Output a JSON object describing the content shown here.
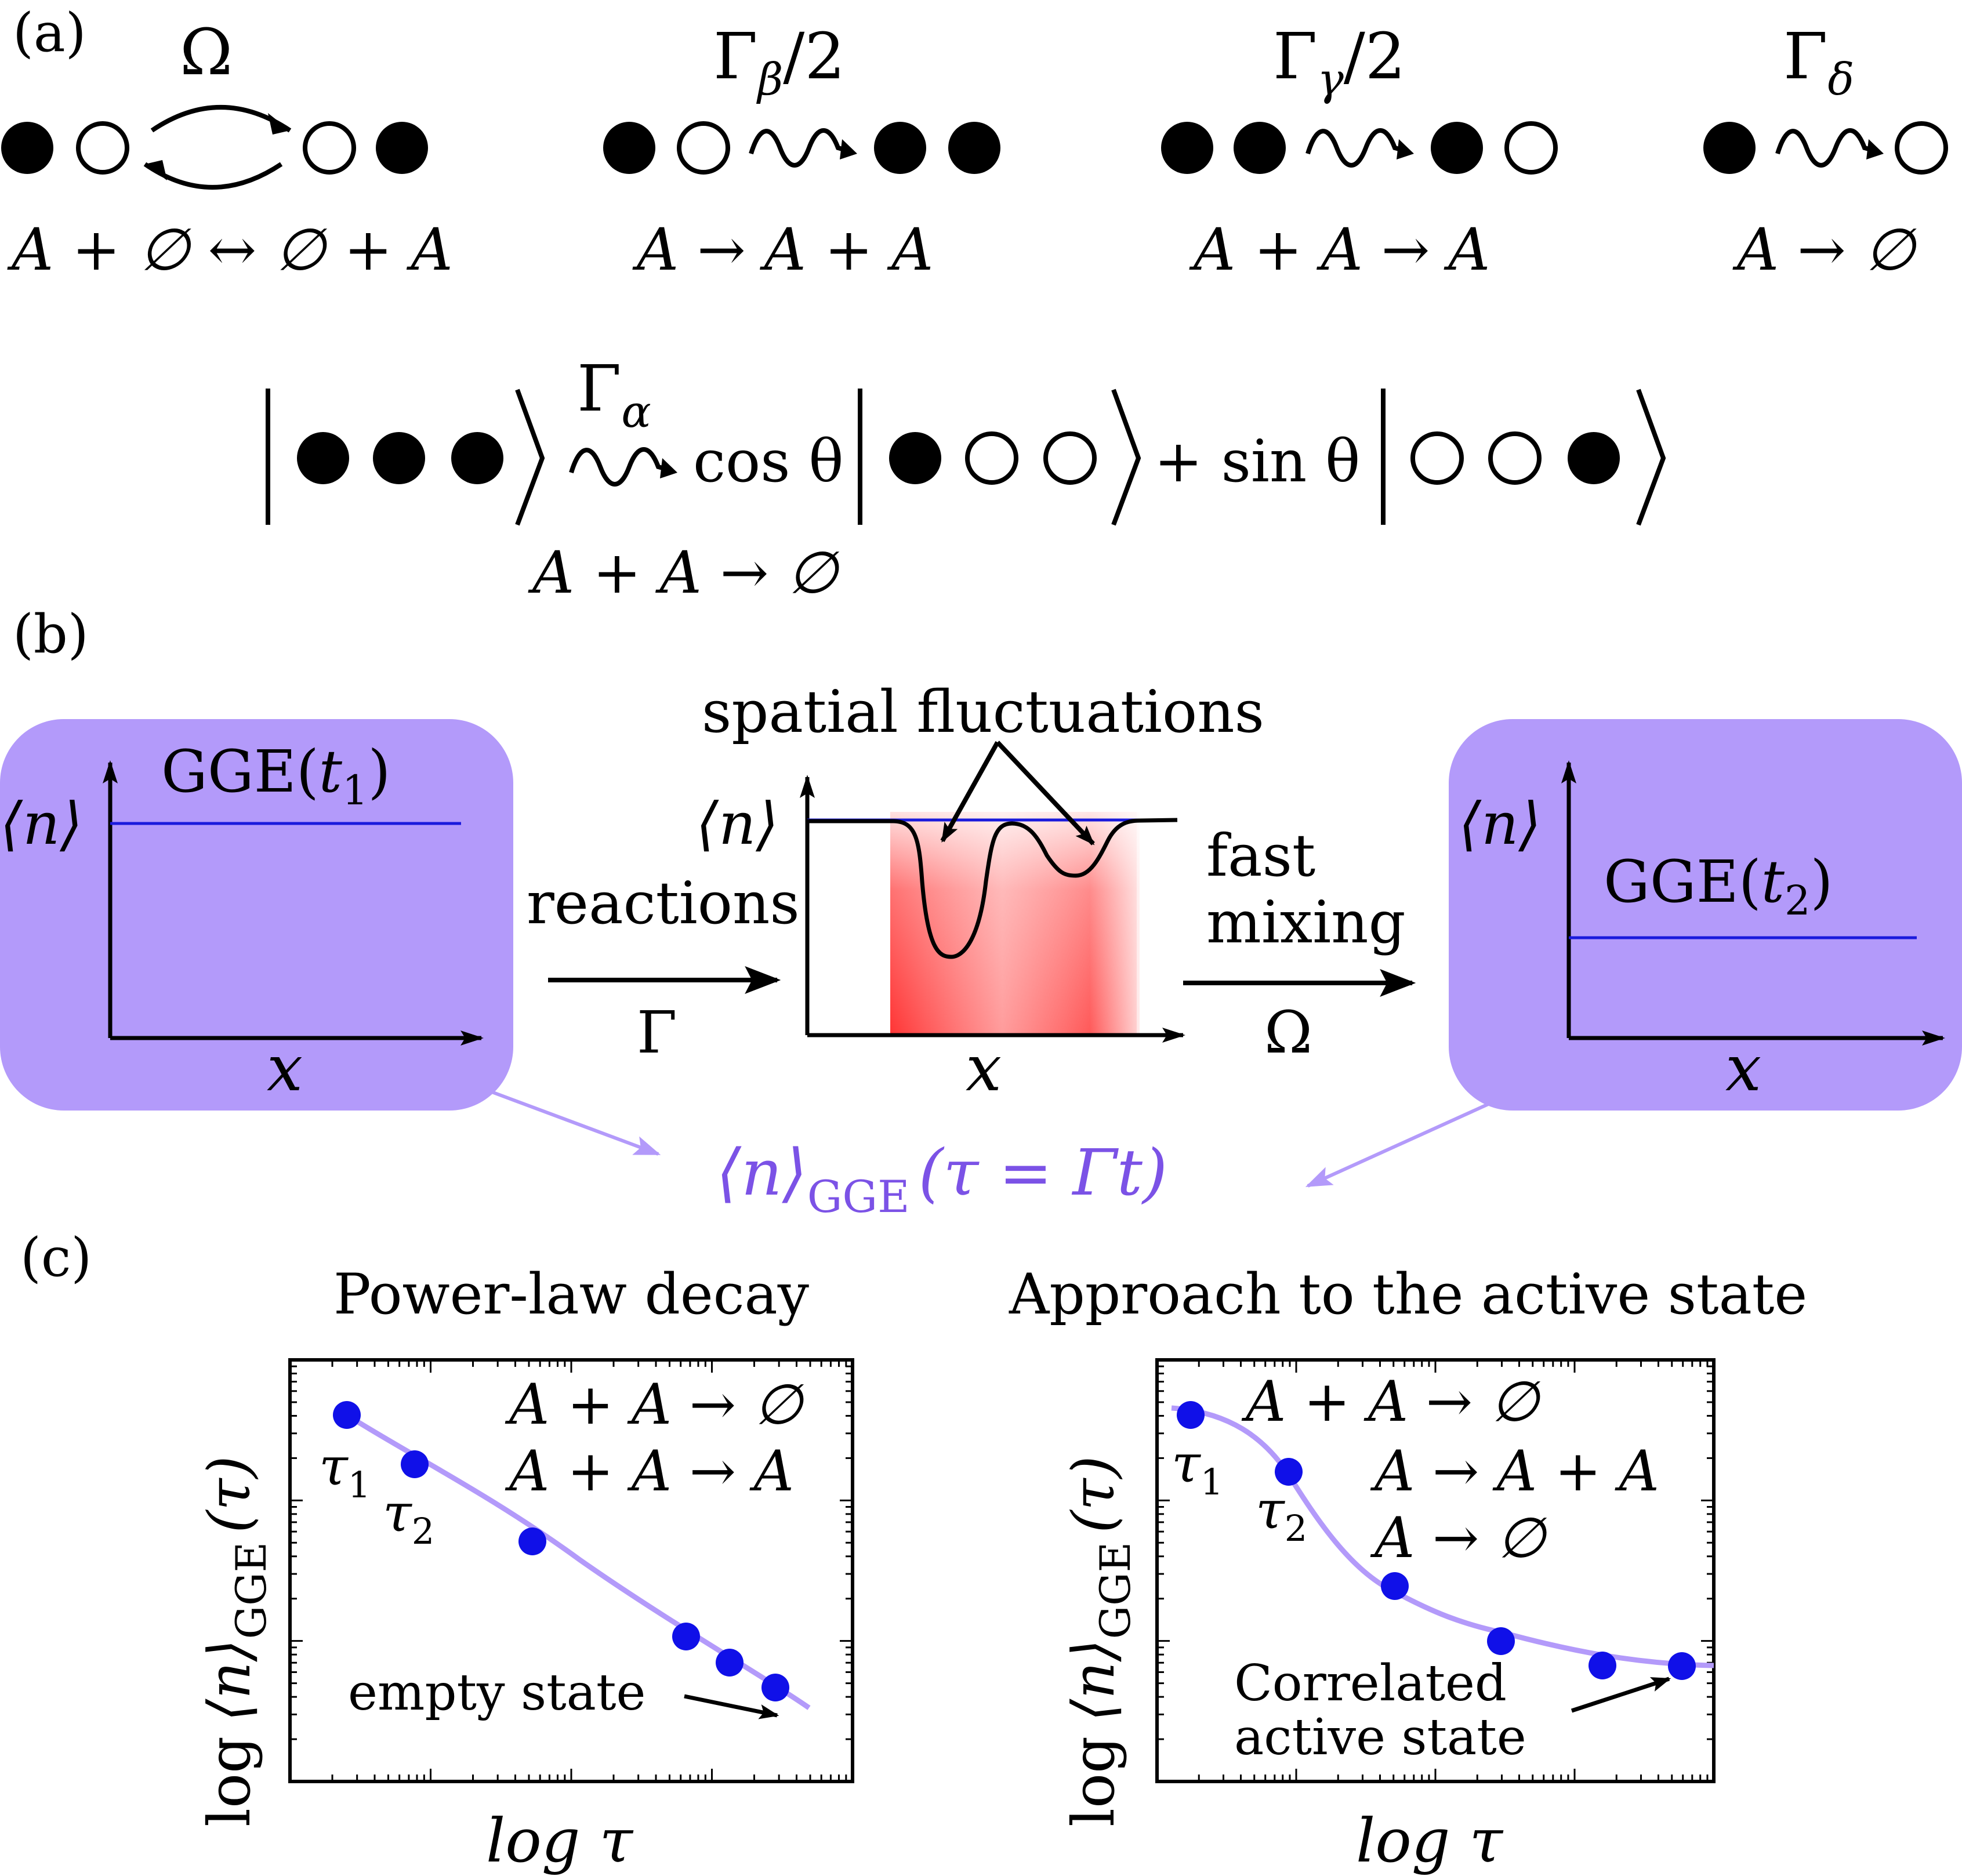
{
  "panel_a": {
    "label": "(a)",
    "rates": {
      "omega": "Ω",
      "gamma_beta": "Γ",
      "beta_sub": "β",
      "over_two": "/2",
      "gamma_gamma": "Γ",
      "gamma_sub": "γ",
      "gamma_delta": "Γ",
      "delta_sub": "δ",
      "gamma_alpha": "Γ",
      "alpha_sub": "α"
    },
    "reactions": {
      "hopping": "A + ∅ ↔ ∅ + A",
      "branching": "A → A + A",
      "coagulation": "A + A → A",
      "decay": "A → ∅",
      "annihilation": "A + A → ∅"
    },
    "superposition": {
      "cos": "cos θ",
      "plus_sin": "+ sin θ"
    }
  },
  "panel_b": {
    "label": "(b)",
    "left_box": {
      "ylabel": "⟨n⟩",
      "title": "GGE(",
      "sub": "1",
      "close": ")",
      "t": "t",
      "xlabel": "x"
    },
    "reactions_label": "reactions",
    "gamma_label": "Γ",
    "middle": {
      "annotation": "spatial fluctuations",
      "ylabel": "⟨n⟩",
      "xlabel": "x"
    },
    "fast_label": "fast",
    "mixing_label": "mixing",
    "omega_label": "Ω",
    "right_box": {
      "ylabel": "⟨n⟩",
      "title": "GGE(",
      "sub": "2",
      "close": ")",
      "t": "t",
      "xlabel": "x"
    },
    "bottom": {
      "n": "⟨n⟩",
      "sub": "GGE",
      "arg": "(τ = Γt)"
    },
    "colors": {
      "box_fill": "#b39afa",
      "purple_text": "#7b52e6",
      "arrow_purple": "#b39afa",
      "blue_line": "#1a1adc",
      "red_band": "#ff3030"
    }
  },
  "panel_c": {
    "label": "(c)",
    "left": {
      "title": "Power-law decay",
      "ylabel_log": "log",
      "ylabel_n": "⟨n⟩",
      "ylabel_sub": "GGE",
      "ylabel_arg": "(τ)",
      "xlabel": "log τ",
      "reaction1": "A + A → ∅",
      "reaction2": "A + A → A",
      "tau1": "τ",
      "tau1_sub": "1",
      "tau2": "τ",
      "tau2_sub": "2",
      "annotation": "empty state"
    },
    "right": {
      "title": "Approach to the active state",
      "ylabel_log": "log",
      "ylabel_n": "⟨n⟩",
      "ylabel_sub": "GGE",
      "ylabel_arg": "(τ)",
      "xlabel": "log τ",
      "reaction1": "A + A → ∅",
      "reaction2": "A → A + A",
      "reaction3": "A → ∅",
      "tau1": "τ",
      "tau1_sub": "1",
      "tau2": "τ",
      "tau2_sub": "2",
      "annotation1": "Correlated",
      "annotation2": "active state"
    },
    "colors": {
      "points": "#1010e8",
      "curve": "#b39afa"
    }
  }
}
